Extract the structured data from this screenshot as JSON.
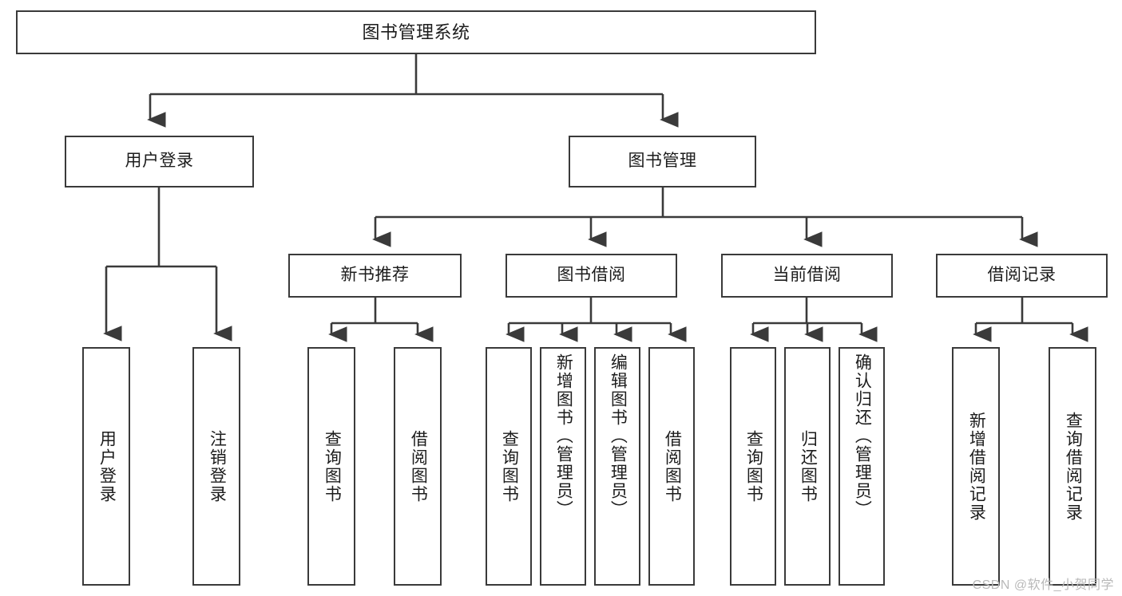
{
  "diagram": {
    "title": "图书管理系统",
    "type": "hierarchy-tree",
    "root": {
      "label": "图书管理系统"
    },
    "level2": [
      {
        "label": "用户登录"
      },
      {
        "label": "图书管理"
      }
    ],
    "level3": [
      {
        "label": "新书推荐"
      },
      {
        "label": "图书借阅"
      },
      {
        "label": "当前借阅"
      },
      {
        "label": "借阅记录"
      }
    ],
    "leaves": {
      "user_login": [
        {
          "label": "用户登录"
        },
        {
          "label": "注销登录"
        }
      ],
      "new_book_recommend": [
        {
          "label": "查询图书"
        },
        {
          "label": "借阅图书"
        }
      ],
      "book_borrow": [
        {
          "label": "查询图书"
        },
        {
          "label": "新增图书（管理员）"
        },
        {
          "label": "编辑图书（管理员）"
        },
        {
          "label": "借阅图书"
        }
      ],
      "current_borrow": [
        {
          "label": "查询图书"
        },
        {
          "label": "归还图书"
        },
        {
          "label": "确认归还（管理员）"
        }
      ],
      "borrow_record": [
        {
          "label": "新增借阅记录"
        },
        {
          "label": "查询借阅记录"
        }
      ]
    }
  },
  "watermark": {
    "text": "CSDN @软件_小贺同学"
  },
  "colors": {
    "line": "#3a3a3a",
    "box_fill": "#ffffff",
    "text": "#1c1c1c",
    "watermark": "#b9b9b9"
  }
}
